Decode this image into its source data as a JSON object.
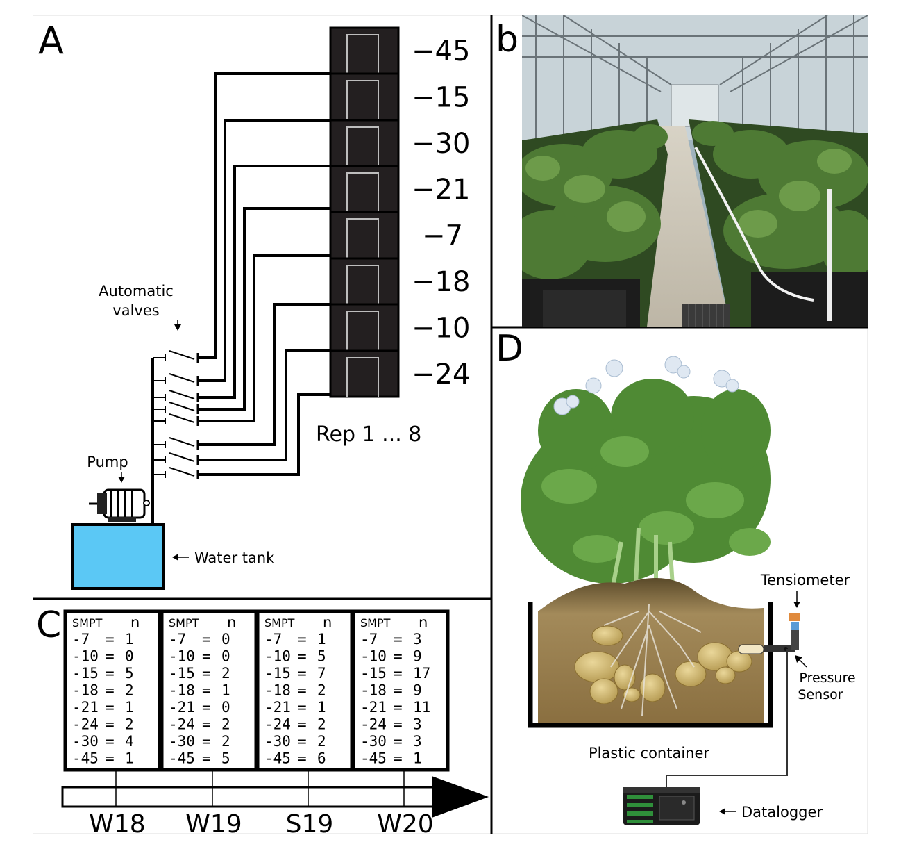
{
  "panel_a": {
    "letter": "A",
    "pots": [
      "-45",
      "-15",
      "-30",
      "-21",
      "-7",
      "-18",
      "-10",
      "-24"
    ],
    "rep_label": "Rep 1 ... 8",
    "valves_label_line1": "Automatic",
    "valves_label_line2": "valves",
    "pump_label": "Pump",
    "tank_label": "Water tank",
    "colors": {
      "tank": "#5bc8f5",
      "pot": "#231f20",
      "pot_inner": "#bdbdbd"
    }
  },
  "panel_b": {
    "letter": "b"
  },
  "panel_c": {
    "letter": "C",
    "header_smpt": "SMPT",
    "header_n": "n",
    "seasons": [
      {
        "label": "W18",
        "rows": [
          [
            "-7",
            "1"
          ],
          [
            "-10",
            "0"
          ],
          [
            "-15",
            "5"
          ],
          [
            "-18",
            "2"
          ],
          [
            "-21",
            "1"
          ],
          [
            "-24",
            "2"
          ],
          [
            "-30",
            "4"
          ],
          [
            "-45",
            "1"
          ]
        ]
      },
      {
        "label": "W19",
        "rows": [
          [
            "-7",
            "0"
          ],
          [
            "-10",
            "0"
          ],
          [
            "-15",
            "2"
          ],
          [
            "-18",
            "1"
          ],
          [
            "-21",
            "0"
          ],
          [
            "-24",
            "2"
          ],
          [
            "-30",
            "2"
          ],
          [
            "-45",
            "5"
          ]
        ]
      },
      {
        "label": "S19",
        "rows": [
          [
            "-7",
            "1"
          ],
          [
            "-10",
            "5"
          ],
          [
            "-15",
            "7"
          ],
          [
            "-18",
            "2"
          ],
          [
            "-21",
            "1"
          ],
          [
            "-24",
            "2"
          ],
          [
            "-30",
            "2"
          ],
          [
            "-45",
            "6"
          ]
        ]
      },
      {
        "label": "W20",
        "rows": [
          [
            "-7",
            "3"
          ],
          [
            "-10",
            "9"
          ],
          [
            "-15",
            "17"
          ],
          [
            "-18",
            "9"
          ],
          [
            "-21",
            "11"
          ],
          [
            "-24",
            "3"
          ],
          [
            "-30",
            "3"
          ],
          [
            "-45",
            "1"
          ]
        ]
      }
    ]
  },
  "panel_d": {
    "letter": "D",
    "tensiometer_label": "Tensiometer",
    "pressure_label_line1": "Pressure",
    "pressure_label_line2": "Sensor",
    "container_label": "Plastic container",
    "datalogger_label": "Datalogger"
  }
}
